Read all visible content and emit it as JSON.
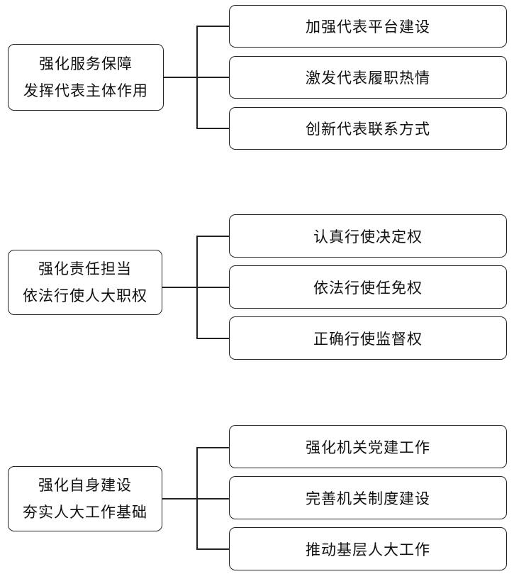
{
  "groups": [
    {
      "root": {
        "line1": "强化服务保障",
        "line2": "发挥代表主体作用"
      },
      "children": [
        "加强代表平台建设",
        "激发代表履职热情",
        "创新代表联系方式"
      ]
    },
    {
      "root": {
        "line1": "强化责任担当",
        "line2": "依法行使人大职权"
      },
      "children": [
        "认真行使决定权",
        "依法行使任免权",
        "正确行使监督权"
      ]
    },
    {
      "root": {
        "line1": "强化自身建设",
        "line2": "夯实人大工作基础"
      },
      "children": [
        "强化机关党建工作",
        "完善机关制度建设",
        "推动基层人大工作"
      ]
    }
  ]
}
